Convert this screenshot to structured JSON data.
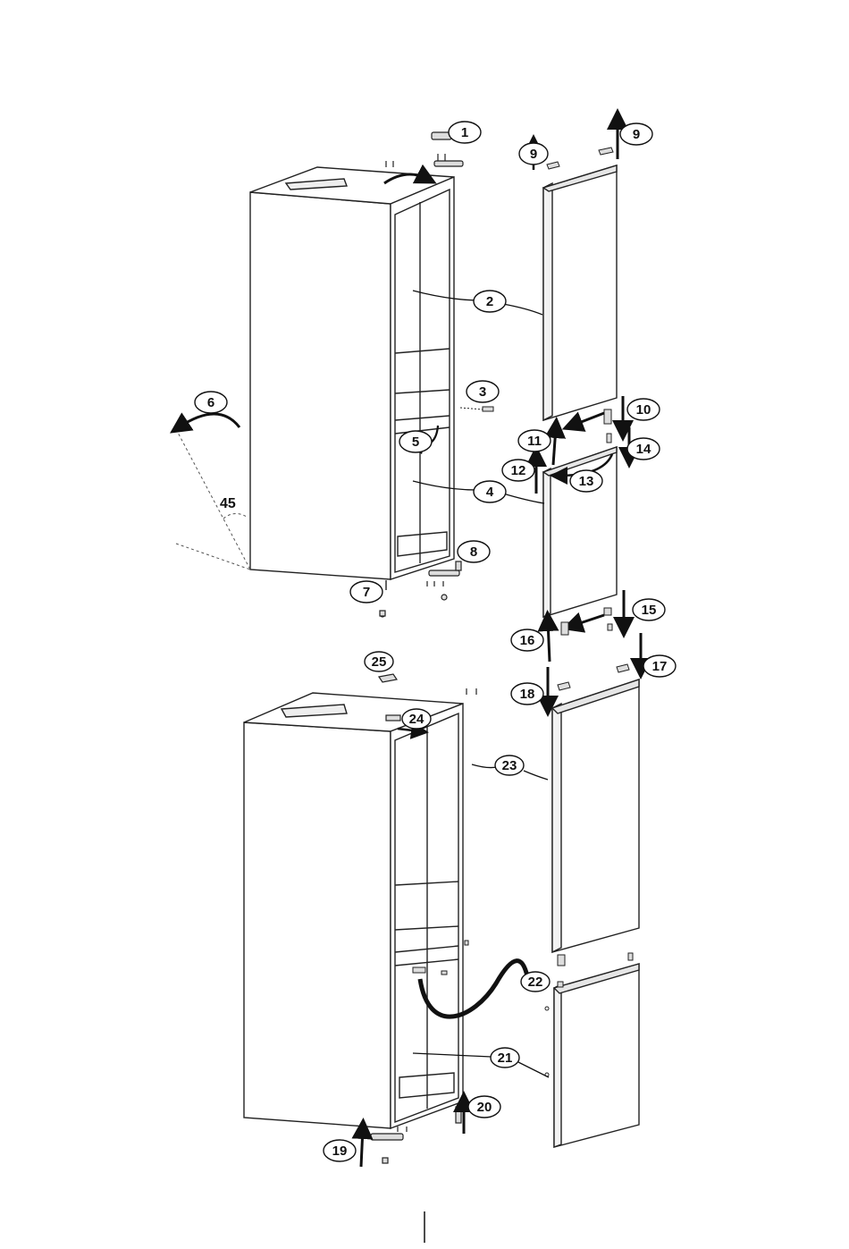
{
  "callouts": {
    "c1": "1",
    "c2": "2",
    "c3": "3",
    "c4": "4",
    "c5": "5",
    "c6": "6",
    "c7": "7",
    "c8": "8",
    "c9a": "9",
    "c9b": "9",
    "c10": "10",
    "c11": "11",
    "c12": "12",
    "c13": "13",
    "c14": "14",
    "c15": "15",
    "c16": "16",
    "c17": "17",
    "c18": "18",
    "c19": "19",
    "c20": "20",
    "c21": "21",
    "c22": "22",
    "c23": "23",
    "c24": "24",
    "c25": "25"
  },
  "angle_label": "45",
  "colors": {
    "line": "#222222",
    "fill": "#ffffff",
    "panel": "#f2f2f2"
  }
}
